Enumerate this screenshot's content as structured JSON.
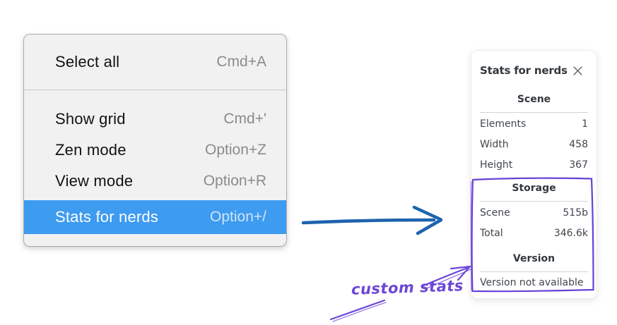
{
  "context_menu": {
    "items": [
      {
        "label": "Select all",
        "shortcut": "Cmd+A"
      },
      {
        "label": "Show grid",
        "shortcut": "Cmd+'"
      },
      {
        "label": "Zen mode",
        "shortcut": "Option+Z"
      },
      {
        "label": "View mode",
        "shortcut": "Option+R"
      },
      {
        "label": "Stats for nerds",
        "shortcut": "Option+/",
        "selected": true
      }
    ]
  },
  "stats_panel": {
    "title": "Stats for nerds",
    "sections": {
      "scene": {
        "heading": "Scene",
        "rows": [
          {
            "label": "Elements",
            "value": "1"
          },
          {
            "label": "Width",
            "value": "458"
          },
          {
            "label": "Height",
            "value": "367"
          }
        ]
      },
      "storage": {
        "heading": "Storage",
        "rows": [
          {
            "label": "Scene",
            "value": "515b"
          },
          {
            "label": "Total",
            "value": "346.6k"
          }
        ]
      },
      "version": {
        "heading": "Version",
        "note": "Version not available"
      }
    }
  },
  "annotation": {
    "label": "custom stats"
  },
  "colors": {
    "menu_highlight": "#3d9bf0",
    "menu_selected_text": "#ffffff",
    "arrow_blue": "#1e63ae",
    "annotation_purple": "#6d46d6",
    "box_purple": "#6741d9",
    "close_icon_gray": "#5b6167"
  }
}
